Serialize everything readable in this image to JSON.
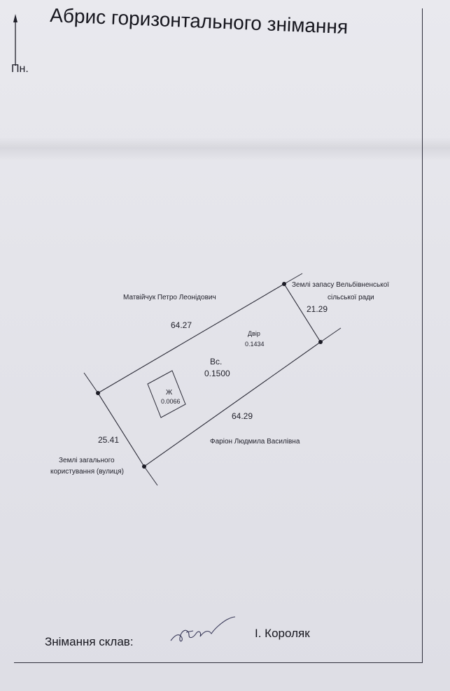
{
  "title": "Абрис горизонтального знімання",
  "north": {
    "label": "Пн.",
    "icon": "arrow-up-icon"
  },
  "plot": {
    "area_label": "Вс.",
    "area_value": "0.1500",
    "yard_label": "Двір",
    "yard_value": "0.1434",
    "house_label": "Ж",
    "house_value": "0.0066"
  },
  "dimensions": {
    "north_side": "64.27",
    "south_side": "64.29",
    "east_side": "21.29",
    "west_side": "25.41"
  },
  "neighbors": {
    "north": "Матвійчук Петро Леонідович",
    "south": "Фаріон Людмила Василівна",
    "east_line1": "Землі запасу Вельбівненської",
    "east_line2": "сільської ради",
    "west_line1": "Землі загального",
    "west_line2": "користування (вулиця)"
  },
  "footer": {
    "compiled_label": "Знімання склав:",
    "surveyor": "І. Короляк"
  },
  "colors": {
    "paper": "#e6e6ec",
    "ink": "#22222c"
  }
}
